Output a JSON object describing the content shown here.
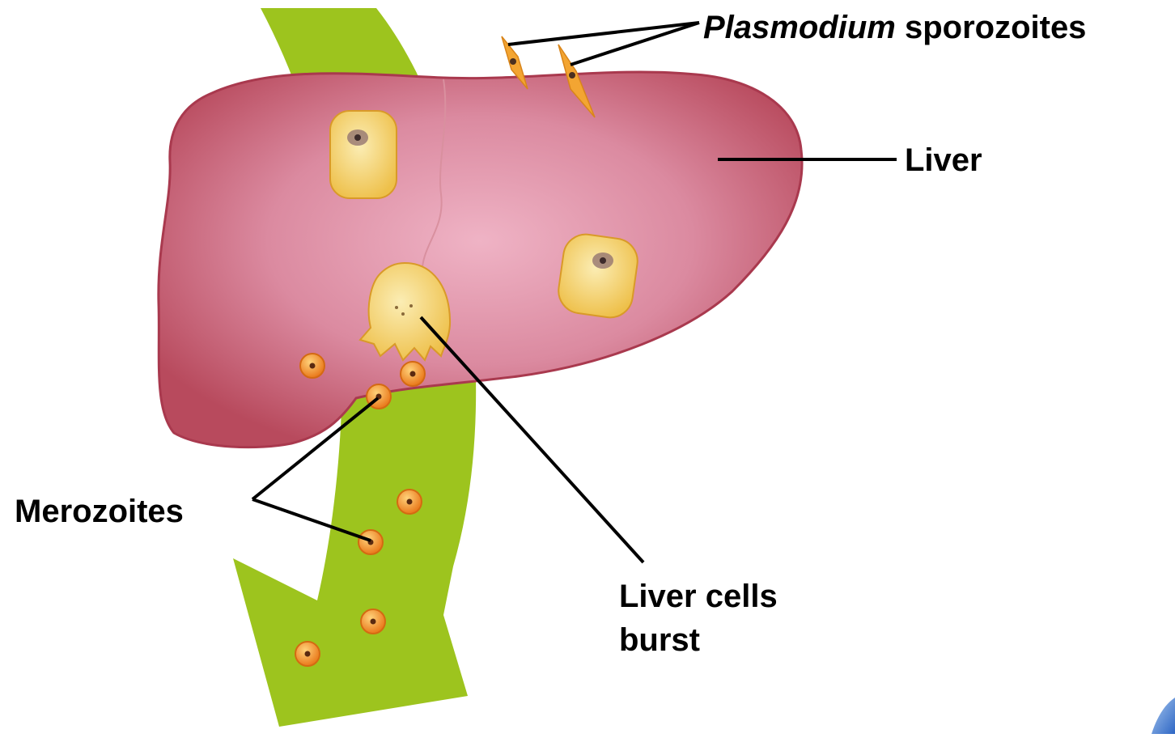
{
  "labels": {
    "sporozoites_italic": "Plasmodium",
    "sporozoites_rest": " sporozoites",
    "liver": "Liver",
    "merozoites": "Merozoites",
    "burst_line1": "Liver cells",
    "burst_line2": "burst"
  },
  "colors": {
    "arrow": "#9dc41e",
    "liver": "#c8566a",
    "liver_center": "#eaa4b8",
    "cell": "#f3d36a",
    "merozoite": "#f08a1e",
    "leader": "#000000",
    "corner_accent": "#3f7fd6"
  }
}
